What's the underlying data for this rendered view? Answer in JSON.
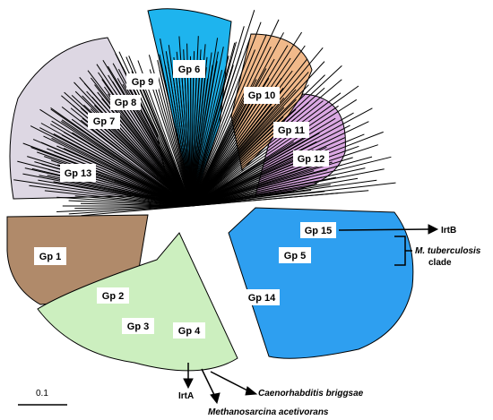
{
  "groups": [
    {
      "id": "gp1",
      "label": "Gp 1",
      "color": "#b08a6a"
    },
    {
      "id": "gp2",
      "label": "Gp 2",
      "color": "#ccefbf"
    },
    {
      "id": "gp3",
      "label": "Gp 3",
      "color": "#ccefbf"
    },
    {
      "id": "gp4",
      "label": "Gp 4",
      "color": "#ccefbf"
    },
    {
      "id": "gp5",
      "label": "Gp 5",
      "color": "#2e9ff0"
    },
    {
      "id": "gp6",
      "label": "Gp 6",
      "color": "#1eb4ee"
    },
    {
      "id": "gp7",
      "label": "Gp 7",
      "color": "#ddd7e3"
    },
    {
      "id": "gp8",
      "label": "Gp 8",
      "color": "#ddd7e3"
    },
    {
      "id": "gp9",
      "label": "Gp 9",
      "color": "#ddd7e3"
    },
    {
      "id": "gp10",
      "label": "Gp 10",
      "color": "#f1b98a"
    },
    {
      "id": "gp11",
      "label": "Gp 11",
      "color": "#dba8e3"
    },
    {
      "id": "gp12",
      "label": "Gp 12",
      "color": "#dba8e3"
    },
    {
      "id": "gp13",
      "label": "Gp 13",
      "color": "#ddd7e3"
    },
    {
      "id": "gp14",
      "label": "Gp 14",
      "color": "#2e9ff0"
    },
    {
      "id": "gp15",
      "label": "Gp 15",
      "color": "#2e9ff0"
    }
  ],
  "annotations": {
    "irtB": "IrtB",
    "irtA": "IrtA",
    "mtb_line1": "M. tuberculosis",
    "mtb_line2": "clade",
    "caenorhabditis": "Caenorhabditis briggsae",
    "methanosarcina": "Methanosarcina acetivorans"
  },
  "scale_bar": {
    "label": "0.1"
  }
}
